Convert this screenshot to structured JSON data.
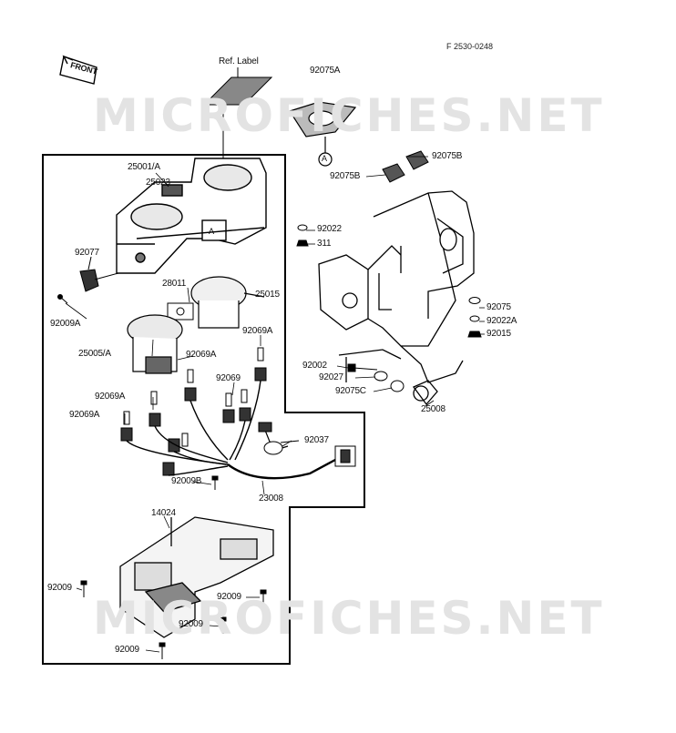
{
  "diagram_code": "F 2530-0248",
  "front_marker": "FRONT",
  "watermark": "MICROFICHES.NET",
  "ref_label": "Ref. Label",
  "callout_a": "A",
  "parts": {
    "p25001A": "25001/A",
    "p25023": "25023",
    "p92077": "92077",
    "p92009A": "92009A",
    "p28011": "28011",
    "p25015": "25015",
    "p25005A": "25005/A",
    "p92069A_1": "92069A",
    "p92069A_2": "92069A",
    "p92069A_3": "92069A",
    "p92069A_4": "92069A",
    "p92069": "92069",
    "p92037": "92037",
    "p92009B": "92009B",
    "p23008": "23008",
    "p14024": "14024",
    "p92009_1": "92009",
    "p92009_2": "92009",
    "p92009_3": "92009",
    "p92009_4": "92009",
    "p92075A": "92075A",
    "p92075B_1": "92075B",
    "p92075B_2": "92075B",
    "p92022": "92022",
    "p311": "311",
    "p92075": "92075",
    "p92022A": "92022A",
    "p92015": "92015",
    "p92002": "92002",
    "p92027": "92027",
    "p92075C": "92075C",
    "p25008": "25008"
  }
}
